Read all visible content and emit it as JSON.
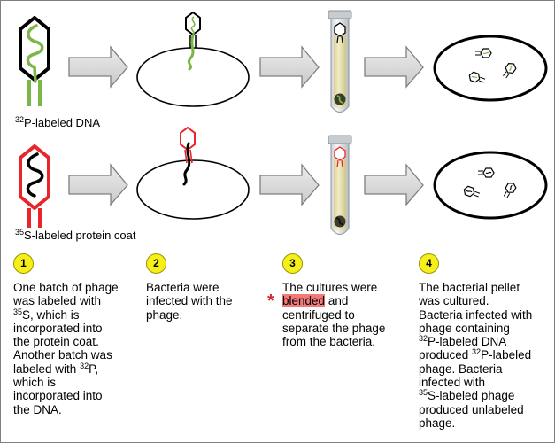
{
  "labels": {
    "dna_sup": "32",
    "dna_text": "P-labeled DNA",
    "protein_sup": "35",
    "protein_text": "S-labeled protein coat"
  },
  "steps": [
    {
      "number": "1",
      "lines": [
        "One batch of phage",
        "was labeled with",
        {
          "sup": "35",
          "text": "S, which is"
        },
        "incorporated into",
        "the protein coat.",
        "Another batch was",
        {
          "pre": "labeled with ",
          "sup": "32",
          "text": "P,"
        },
        "which is",
        "incorporated into",
        "the DNA."
      ]
    },
    {
      "number": "2",
      "lines": [
        "Bacteria were",
        "infected with the",
        "phage."
      ]
    },
    {
      "number": "3",
      "lines": [
        "The cultures were",
        {
          "highlight": "blended",
          "text": " and"
        },
        "centrifuged to",
        "separate the phage",
        "from the bacteria."
      ]
    },
    {
      "number": "4",
      "lines": [
        "The bacterial pellet",
        "was cultured.",
        "Bacteria infected with",
        "phage containing",
        {
          "sup": "32",
          "text": "P-labeled DNA"
        },
        {
          "pre": "produced ",
          "sup": "32",
          "text": "P-labeled"
        },
        "phage. Bacteria",
        "infected with",
        {
          "sup": "35",
          "text": "S-labeled phage"
        },
        "produced unlabeled",
        "phage."
      ]
    }
  ],
  "star_symbol": "*",
  "colors": {
    "dna_label_green": "#7ab648",
    "protein_label_red": "#e8262a",
    "arrow_gray": "#d9d9d9",
    "badge_yellow": "#f5ef1b",
    "highlight_red": "#f3797b",
    "tube_fluid": "#e6dfa0"
  }
}
